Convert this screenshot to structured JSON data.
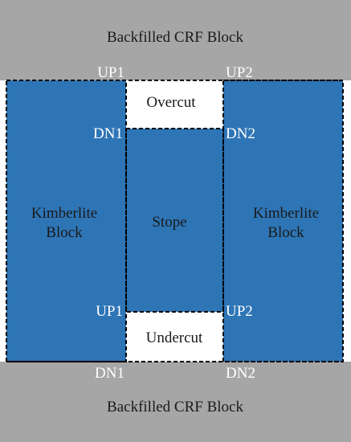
{
  "diagram": {
    "top_block": "Backfilled CRF Block",
    "bottom_block": "Backfilled CRF Block",
    "left_block": {
      "line1": "Kimberlite",
      "line2": "Block"
    },
    "right_block": {
      "line1": "Kimberlite",
      "line2": "Block"
    },
    "overcut": "Overcut",
    "undercut": "Undercut",
    "stope": "Stope",
    "points": {
      "up1_top": "UP1",
      "up2_top": "UP2",
      "dn1_top": "DN1",
      "dn2_top": "DN2",
      "up1_bottom": "UP1",
      "up2_bottom": "UP2",
      "dn1_bottom": "DN1",
      "dn2_bottom": "DN2"
    },
    "colors": {
      "backfill": "#a6a6a6",
      "kimberlite": "#2e75b6",
      "stope": "#2e75b6",
      "cut": "#ffffff",
      "outline": "#000000"
    }
  }
}
